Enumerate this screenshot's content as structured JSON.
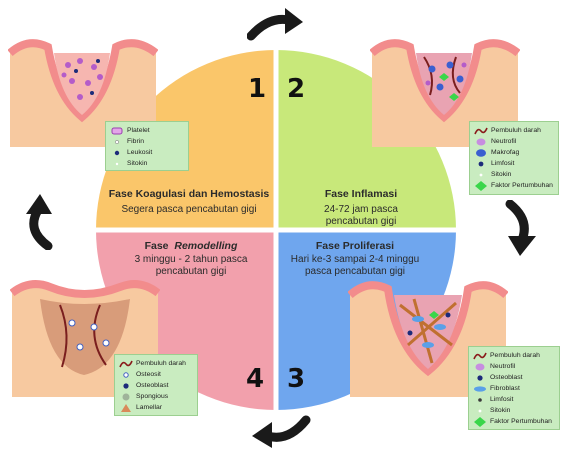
{
  "phases": [
    {
      "number": "1",
      "title": "Fase Koagulasi dan Hemostasis",
      "subtitle": "Segera pasca pencabutan gigi",
      "color": "#fac66a"
    },
    {
      "number": "2",
      "title": "Fase Inflamasi",
      "subtitle": "24-72 jam pasca pencabutan gigi",
      "color": "#c8e87a"
    },
    {
      "number": "3",
      "title": "Fase Proliferasi",
      "subtitle": "Hari ke-3 sampai 2-4 minggu pasca pencabutan gigi",
      "color": "#6fa6ee"
    },
    {
      "number": "4",
      "title_prefix": "Fase",
      "title_italic": "Remodelling",
      "subtitle": "3 minggu - 2 tahun pasca pencabutan gigi",
      "color": "#f2a0ac"
    }
  ],
  "legends": {
    "phase1": [
      {
        "label": "Platelet",
        "icon": "platelet-icon"
      },
      {
        "label": "Fibrin",
        "icon": "fibrin-icon"
      },
      {
        "label": "Leukosit",
        "icon": "leukocyte-icon"
      },
      {
        "label": "Sitokin",
        "icon": "cytokine-icon"
      }
    ],
    "phase2": [
      {
        "label": "Pembuluh darah",
        "icon": "blood-vessel-icon"
      },
      {
        "label": "Neutrofil",
        "icon": "neutrophil-icon"
      },
      {
        "label": "Makrofag",
        "icon": "macrophage-icon"
      },
      {
        "label": "Limfosit",
        "icon": "lymphocyte-icon"
      },
      {
        "label": "Sitokin",
        "icon": "cytokine-icon"
      },
      {
        "label": "Faktor Pertumbuhan",
        "icon": "growth-factor-icon"
      }
    ],
    "phase3": [
      {
        "label": "Pembuluh darah",
        "icon": "blood-vessel-icon"
      },
      {
        "label": "Neutrofil",
        "icon": "neutrophil-icon"
      },
      {
        "label": "Osteoblast",
        "icon": "osteoblast-icon"
      },
      {
        "label": "Fibroblast",
        "icon": "fibroblast-icon"
      },
      {
        "label": "Limfosit",
        "icon": "lymphocyte-icon"
      },
      {
        "label": "Sitokin",
        "icon": "cytokine-icon"
      },
      {
        "label": "Faktor Pertumbuhan",
        "icon": "growth-factor-icon"
      }
    ],
    "phase4": [
      {
        "label": "Pembuluh darah",
        "icon": "blood-vessel-icon"
      },
      {
        "label": "Osteosit",
        "icon": "osteocyte-icon"
      },
      {
        "label": "Osteoblast",
        "icon": "osteoblast-icon"
      },
      {
        "label": "Spongious",
        "icon": "spongious-icon"
      },
      {
        "label": "Lamellar",
        "icon": "lamellar-icon"
      }
    ]
  },
  "colors": {
    "gum": "#f28c8c",
    "bone": "#f7c9a0",
    "socket_fill": "#f6b6b0",
    "legend_bg": "#c9ecc0",
    "arrow": "#1a1a1a"
  }
}
